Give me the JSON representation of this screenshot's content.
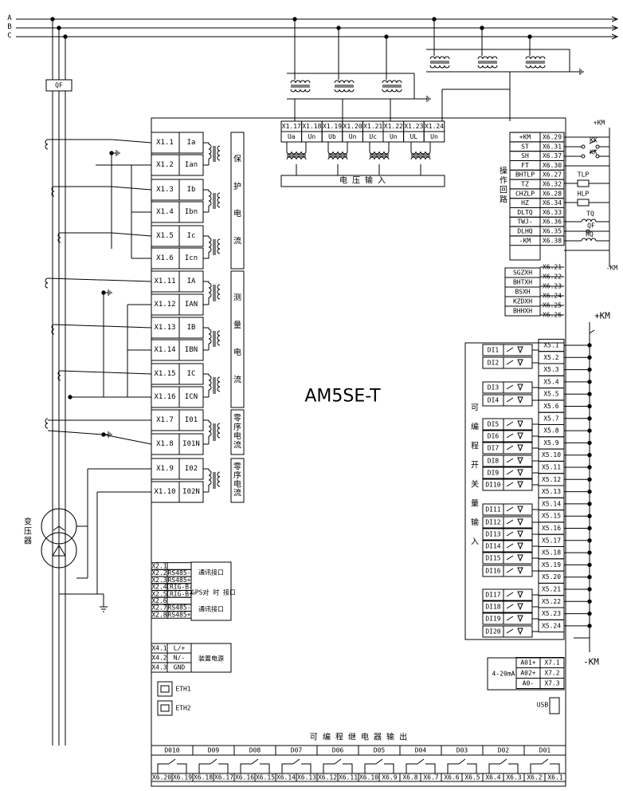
{
  "bus_labels": [
    "A",
    "B",
    "C"
  ],
  "qf_label": "QF",
  "transformer_label": "变压器",
  "device_name": "AM5SE-T",
  "left_terminals": [
    "X1.1",
    "X1.2",
    "X1.3",
    "X1.4",
    "X1.5",
    "X1.6",
    "X1.11",
    "X1.12",
    "X1.13",
    "X1.14",
    "X1.15",
    "X1.16",
    "X1.7",
    "X1.8",
    "X1.9",
    "X1.10"
  ],
  "left_signals": [
    "Ia",
    "Ian",
    "Ib",
    "Ibn",
    "Ic",
    "Icn",
    "IA",
    "IAN",
    "IB",
    "IBN",
    "IC",
    "ICN",
    "I01",
    "I01N",
    "I02",
    "I02N"
  ],
  "left_groups": [
    {
      "label": "保护电流",
      "start": 0,
      "end": 6
    },
    {
      "label": "测量电流",
      "start": 6,
      "end": 12
    },
    {
      "label": "零序电流",
      "start": 12,
      "end": 14
    },
    {
      "label": "零序电流",
      "start": 14,
      "end": 16
    }
  ],
  "voltage_terminals": [
    "X1.17",
    "X1.18",
    "X1.19",
    "X1.20",
    "X1.21",
    "X1.22",
    "X1.23",
    "X1.24"
  ],
  "voltage_signals": [
    "Ua",
    "Un",
    "Ub",
    "Un",
    "Uc",
    "Un",
    "UL",
    "Un"
  ],
  "voltage_title": "电 压 输 入",
  "op_group_label": "操作回路",
  "op_signals": [
    "+KM",
    "ST",
    "SH",
    "FT",
    "BHTLP",
    "TZ",
    "CHZLP",
    "HZ",
    "DLTQ",
    "TWJ-",
    "DLHQ",
    "-KM"
  ],
  "op_terminals": [
    "X6.29",
    "X6.31",
    "X6.37",
    "X6.30",
    "X6.27",
    "X6.32",
    "X6.28",
    "X6.34",
    "X6.33",
    "X6.36",
    "X6.35",
    "X6.38"
  ],
  "op_ext": {
    "top": "+KM",
    "kk1": "KK",
    "kk2": "KK",
    "tlp": "TLP",
    "hlp": "HLP",
    "tq": "TQ",
    "qf": "QF",
    "hq": "HQ",
    "bottom": "-KM"
  },
  "sig_signals": [
    "SGZXH",
    "BHTXH",
    "BSXH",
    "KZDXH",
    "BHHXH"
  ],
  "sig_terminals": [
    "X6.21",
    "X6.22",
    "X6.23",
    "X6.24",
    "X6.25",
    "X6.26"
  ],
  "di_group_label": "可编程开关量输入",
  "di_labels": [
    "DI1",
    "DI2",
    "DI3",
    "DI4",
    "DI5",
    "DI6",
    "DI7",
    "DI8",
    "DI9",
    "DI10",
    "DI11",
    "DI12",
    "DI13",
    "DI14",
    "DI15",
    "DI16",
    "DI17",
    "DI18",
    "DI19",
    "DI20"
  ],
  "di_terminals": [
    "X5.1",
    "X5.2",
    "X5.3",
    "X5.4",
    "X5.5",
    "X5.6",
    "X5.7",
    "X5.8",
    "X5.9",
    "X5.10",
    "X5.11",
    "X5.12",
    "X5.13",
    "X5.14",
    "X5.15",
    "X5.16",
    "X5.17",
    "X5.18",
    "X5.19",
    "X5.20",
    "X5.21",
    "X5.22",
    "X5.23",
    "X5.24"
  ],
  "di_km_top": "+KM",
  "di_km_bottom": "-KM",
  "comm_terminals": [
    "X2.1",
    "X2.2",
    "X2.3",
    "X2.4",
    "X2.5",
    "X2.6",
    "X2.7",
    "X2.8"
  ],
  "comm_signals": [
    "",
    "RS485-",
    "RS485+",
    "IRIG-B-",
    "IRIG-B+",
    "",
    "RS485-",
    "RS485+"
  ],
  "comm_labels": [
    "通讯接口",
    "GPS对 时 接口",
    "通讯接口"
  ],
  "power_terminals": [
    "X4.1",
    "X4.2",
    "X4.3"
  ],
  "power_signals": [
    "L/+",
    "N/-",
    "GND"
  ],
  "power_label": "装置电源",
  "eth_labels": [
    "ETH1",
    "ETH2"
  ],
  "analog_out": {
    "label": "4-20mA",
    "signals": [
      "A01+",
      "A02+",
      "A0-"
    ],
    "terminals": [
      "X7.1",
      "X7.2",
      "X7.3"
    ]
  },
  "usb_label": "USB",
  "do_title": "可 编 程 继 电 器 输 出",
  "do_labels": [
    "D010",
    "D09",
    "D08",
    "D07",
    "D06",
    "D05",
    "D04",
    "D03",
    "D02",
    "D01"
  ],
  "do_terminals": [
    "X6.20",
    "X6.19",
    "X6.18",
    "X6.17",
    "X6.16",
    "X6.15",
    "X6.14",
    "X6.13",
    "X6.12",
    "X6.11",
    "X6.10",
    "X6.9",
    "X6.8",
    "X6.7",
    "X6.6",
    "X6.5",
    "X6.4",
    "X6.3",
    "X6.2",
    "X6.1"
  ]
}
